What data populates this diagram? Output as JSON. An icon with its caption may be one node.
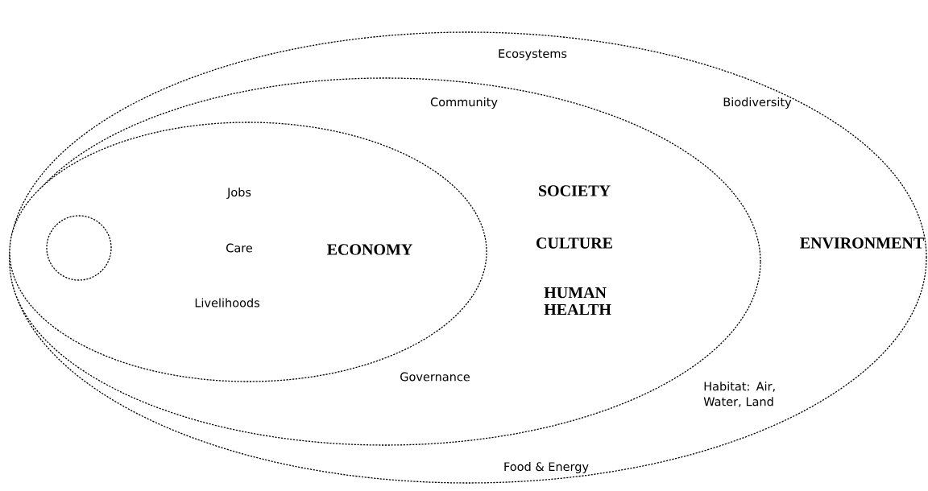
{
  "diagram": {
    "nodes": [
      {
        "text": [
          "ENVIRONMENT",
          "Ecosystems",
          "Biodiversity",
          "Habitat: Air, Water, Land",
          "Food & Energy"
        ]
      },
      {
        "text": [
          "SOCIETY",
          "CULTURE",
          "HUMAN HEALTH",
          "Community",
          "Governance"
        ],
        "in": 0
      },
      {
        "text": [
          "ECONOMY",
          "Jobs",
          "Care",
          "Livelihoods"
        ],
        "in": 1
      },
      {
        "text": [],
        "shape": "circle",
        "in": 2
      }
    ]
  }
}
